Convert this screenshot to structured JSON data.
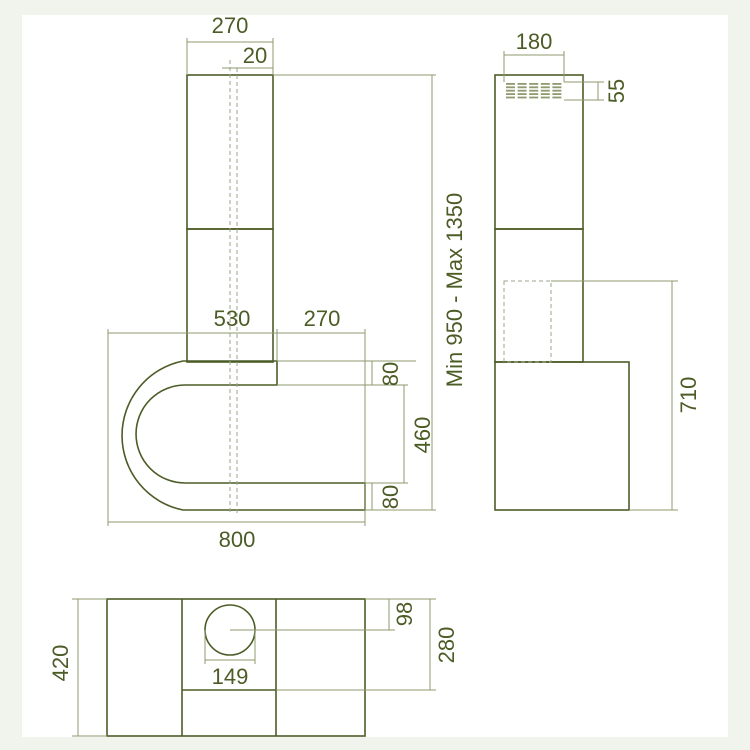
{
  "colors": {
    "background": "#f1f4ec",
    "panel": "#ffffff",
    "stroke": "#4c5c26",
    "dim_line": "#8f9a6f",
    "hidden_line": "#9aa48a",
    "text": "#4c5c26"
  },
  "front_view": {
    "dims": {
      "chimney_width": "270",
      "pipe_offset": "20",
      "hood_depth": "530",
      "arm_extension": "270",
      "top_arm_thickness": "80",
      "inner_gap": "460",
      "bottom_arm_thickness": "80",
      "overall_width": "800",
      "height_range": "Min 950 - Max 1350"
    }
  },
  "side_view": {
    "dims": {
      "vent_width": "180",
      "vent_height": "55",
      "body_height": "710"
    }
  },
  "plan_view": {
    "dims": {
      "depth": "420",
      "outlet_offset": "98",
      "chimney_depth": "280",
      "outlet_diameter": "149"
    }
  }
}
